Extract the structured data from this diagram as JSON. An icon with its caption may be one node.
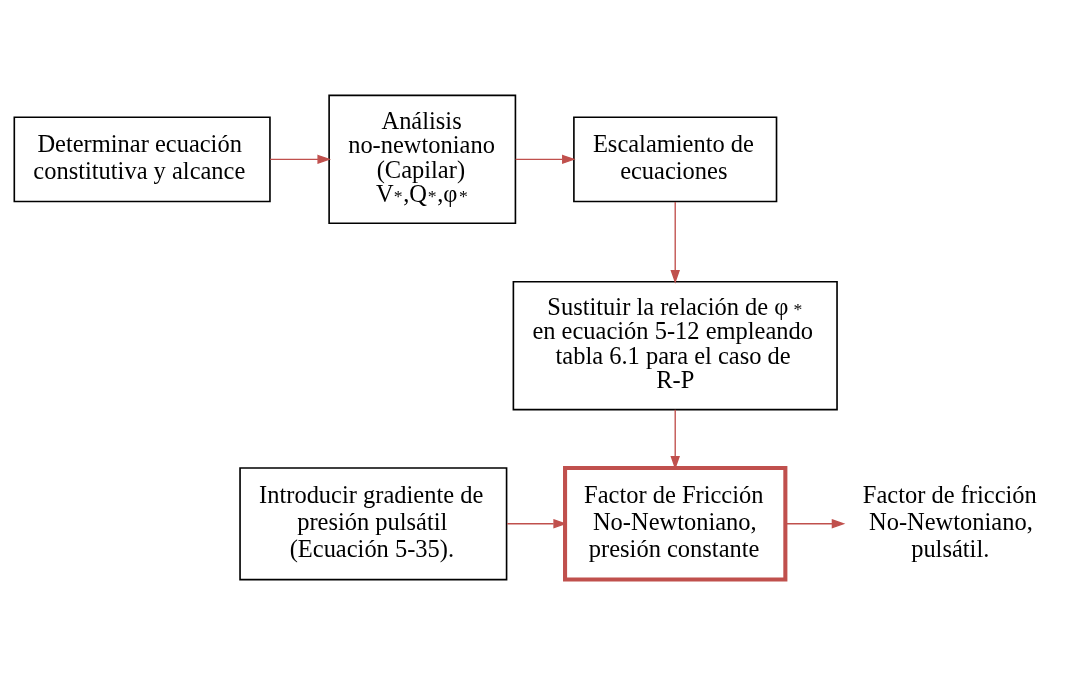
{
  "diagram": {
    "nodes": [
      {
        "text": [
          "Determinar ecuación constitutiva y alcance"
        ]
      },
      {
        "text": [
          "Análisis no-newtoniano (Capilar) V$^{*}$,Q$^{*}$,φ$^{*}$"
        ]
      },
      {
        "text": [
          "Escalamiento de ecuaciones"
        ]
      },
      {
        "text": [
          "Sustituir la relación de φ$^{*}$ en ecuación 5-12 empleando tabla 6.1 para el caso de R-P"
        ]
      },
      {
        "text": [
          "Introducir gradiente de presión pulsátil (Ecuación 5-35)."
        ]
      },
      {
        "text": [
          "Factor de Fricción No-Newtoniano, presión constante"
        ]
      },
      {
        "text": [
          "Factor de fricción No-Newtoniano, pulsátil."
        ]
      }
    ],
    "edges": [
      {
        "from": 0,
        "to": 1,
        "arrow": "to"
      },
      {
        "from": 1,
        "to": 2,
        "arrow": "to"
      },
      {
        "from": 2,
        "to": 3,
        "arrow": "to"
      },
      {
        "from": 3,
        "to": 5,
        "arrow": "to"
      },
      {
        "from": 4,
        "to": 5,
        "arrow": "to"
      },
      {
        "from": 5,
        "to": 6,
        "arrow": "to"
      }
    ]
  }
}
